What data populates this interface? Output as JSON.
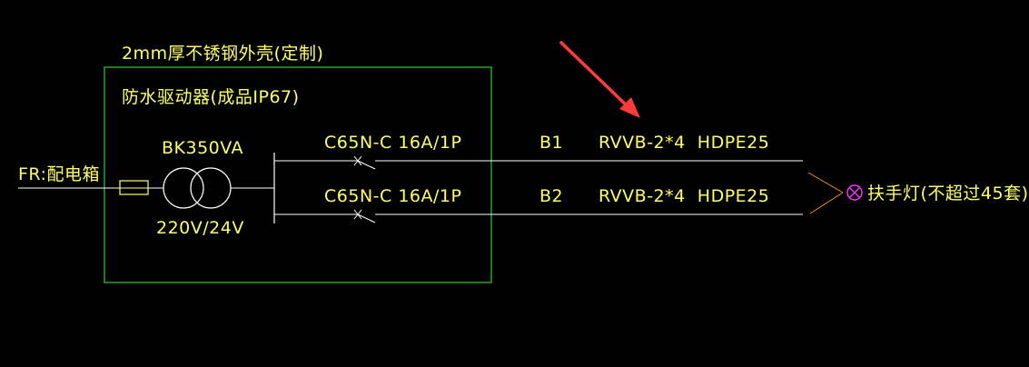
{
  "enclosure_title": "2mm厚不锈钢外壳(定制)",
  "driver_label": "防水驱动器(成品IP67)",
  "transformer": {
    "model": "BK350VA",
    "ratio": "220V/24V"
  },
  "source_label": "FR:配电箱",
  "circuits": [
    {
      "breaker": "C65N-C 16A/1P",
      "id": "B1",
      "cable": "RVVB-2*4  HDPE25"
    },
    {
      "breaker": "C65N-C 16A/1P",
      "id": "B2",
      "cable": "RVVB-2*4  HDPE25"
    }
  ],
  "load_label": "扶手灯(不超过45套)",
  "colors": {
    "background": "#000000",
    "box": "#33cc33",
    "text": "#ffff66",
    "wire": "#ffffff",
    "arrow": "#ff3b3b",
    "feeder_fan": "#ff8c1a",
    "lamp": "#ff33ff"
  },
  "icons": {
    "lamp": "lamp-symbol-icon",
    "transformer": "transformer-symbol-icon",
    "fuse": "fuse-symbol-icon",
    "breaker": "breaker-contact-icon",
    "arrow": "red-arrow-icon"
  }
}
